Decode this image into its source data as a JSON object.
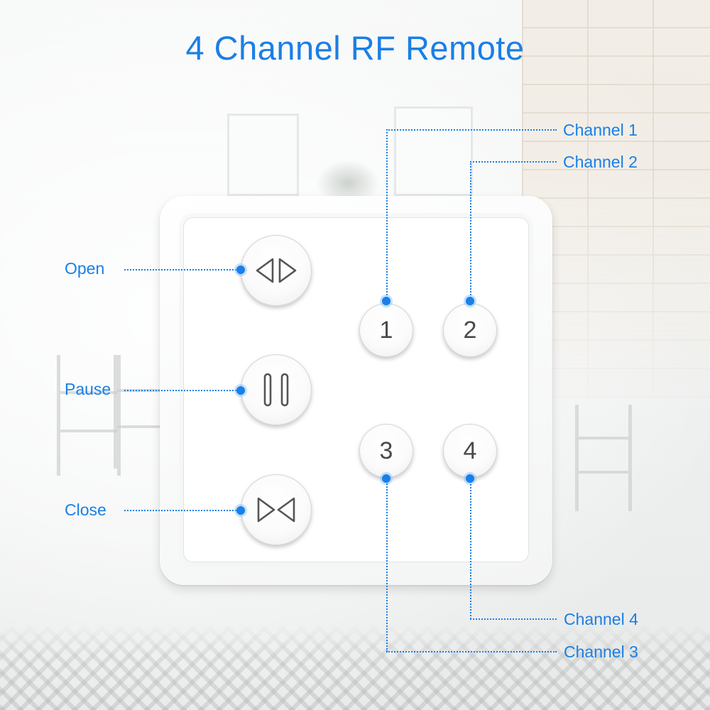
{
  "title": "4 Channel RF Remote",
  "colors": {
    "accent": "#1a7fe6",
    "button_text": "#4a4a4a",
    "remote_body": "#ffffff"
  },
  "remote": {
    "buttons": {
      "open": {
        "icon": "open-arrows-icon"
      },
      "pause": {
        "icon": "pause-icon"
      },
      "close": {
        "icon": "close-arrows-icon"
      },
      "channels": [
        {
          "label": "1"
        },
        {
          "label": "2"
        },
        {
          "label": "3"
        },
        {
          "label": "4"
        }
      ]
    }
  },
  "callouts": {
    "open": "Open",
    "pause": "Pause",
    "close": "Close",
    "channel1": "Channel 1",
    "channel2": "Channel 2",
    "channel3": "Channel 3",
    "channel4": "Channel 4"
  }
}
